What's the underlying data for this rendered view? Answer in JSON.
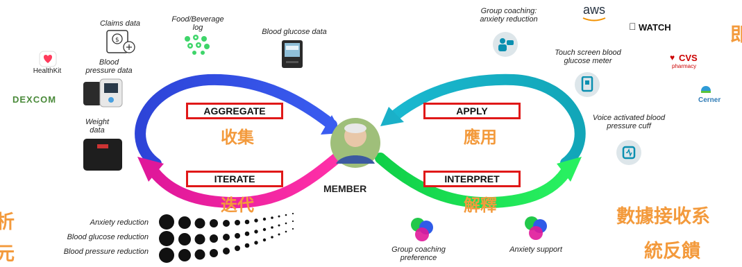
{
  "loop": {
    "aggregate": "AGGREGATE",
    "aggregate_cn": "收集",
    "apply": "APPLY",
    "apply_cn": "應用",
    "iterate": "ITERATE",
    "iterate_cn": "迭代",
    "interpret": "INTERPRET",
    "interpret_cn": "解釋",
    "member": "MEMBER"
  },
  "data_sources": {
    "claims": "Claims data",
    "food": "Food/Beverage\nlog",
    "glucose": "Blood glucose data",
    "bp": "Blood\npressure data",
    "weight": "Weight\ndata",
    "healthkit": "HealthKit",
    "dexcom": "DEXCOM"
  },
  "interventions": {
    "group_coaching": "Group coaching:\nanxiety reduction",
    "touch_screen": "Touch screen blood\nglucose meter",
    "voice_cuff": "Voice activated blood\npressure cuff"
  },
  "partners": {
    "aws": "aws",
    "watch": "WATCH",
    "cvs": "CVS",
    "cvs_sub": "pharmacy",
    "cerner": "Cerner"
  },
  "outcomes": {
    "anxiety": "Anxiety reduction",
    "glucose": "Blood glucose reduction",
    "bp": "Blood pressure reduction"
  },
  "insights": {
    "group_pref": "Group coaching\npreference",
    "anxiety_support": "Anxiety support"
  },
  "right_cn": {
    "line1": "數據接收系",
    "line2": "統反饋",
    "corner": "即"
  },
  "left_cn": {
    "top": "析",
    "bottom": "元"
  },
  "colors": {
    "blue": "#2f4fe0",
    "teal": "#1ab0c8",
    "magenta": "#f0209a",
    "green": "#22e05a",
    "orange": "#f39a3c",
    "red_box": "#e01818"
  }
}
